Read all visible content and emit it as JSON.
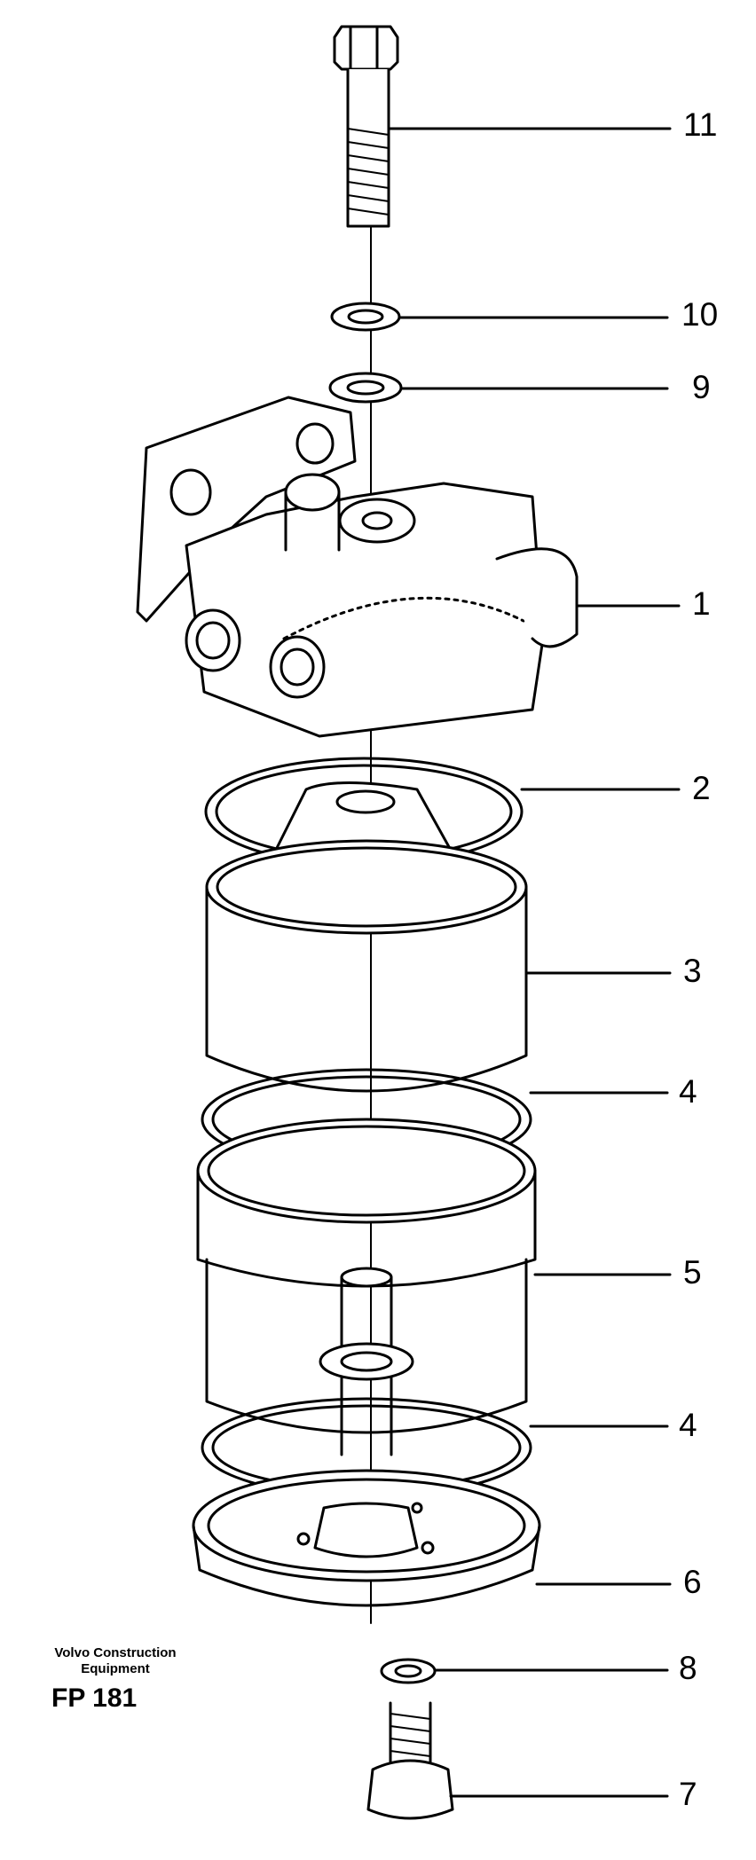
{
  "labels": {
    "p1": "1",
    "p2": "2",
    "p3": "3",
    "p4a": "4",
    "p5": "5",
    "p4b": "4",
    "p6": "6",
    "p8": "8",
    "p7": "7",
    "p9": "9",
    "p10": "10",
    "p11": "11"
  },
  "footer": {
    "brand_line1": "Volvo Construction",
    "brand_line2": "Equipment",
    "code": "FP 181"
  }
}
